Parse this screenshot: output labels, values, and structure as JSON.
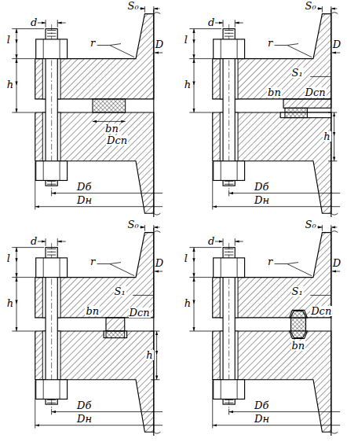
{
  "diagram": {
    "labels": [
      "S₀",
      "l",
      "d",
      "r",
      "D",
      "h",
      "bп",
      "Dсп",
      "Dб",
      "Dн",
      "S₀",
      "l",
      "d",
      "r",
      "D",
      "S₁",
      "h",
      "bп",
      "Dсп",
      "h",
      "Dб",
      "Dн",
      "S₀",
      "l",
      "d",
      "r",
      "D",
      "S₁",
      "h",
      "bп",
      "Dсп",
      "h",
      "Dб",
      "Dн",
      "S₀",
      "l",
      "d",
      "r",
      "D",
      "h",
      "S₁",
      "Dсп",
      "bп",
      "Dб",
      "Dн"
    ]
  }
}
